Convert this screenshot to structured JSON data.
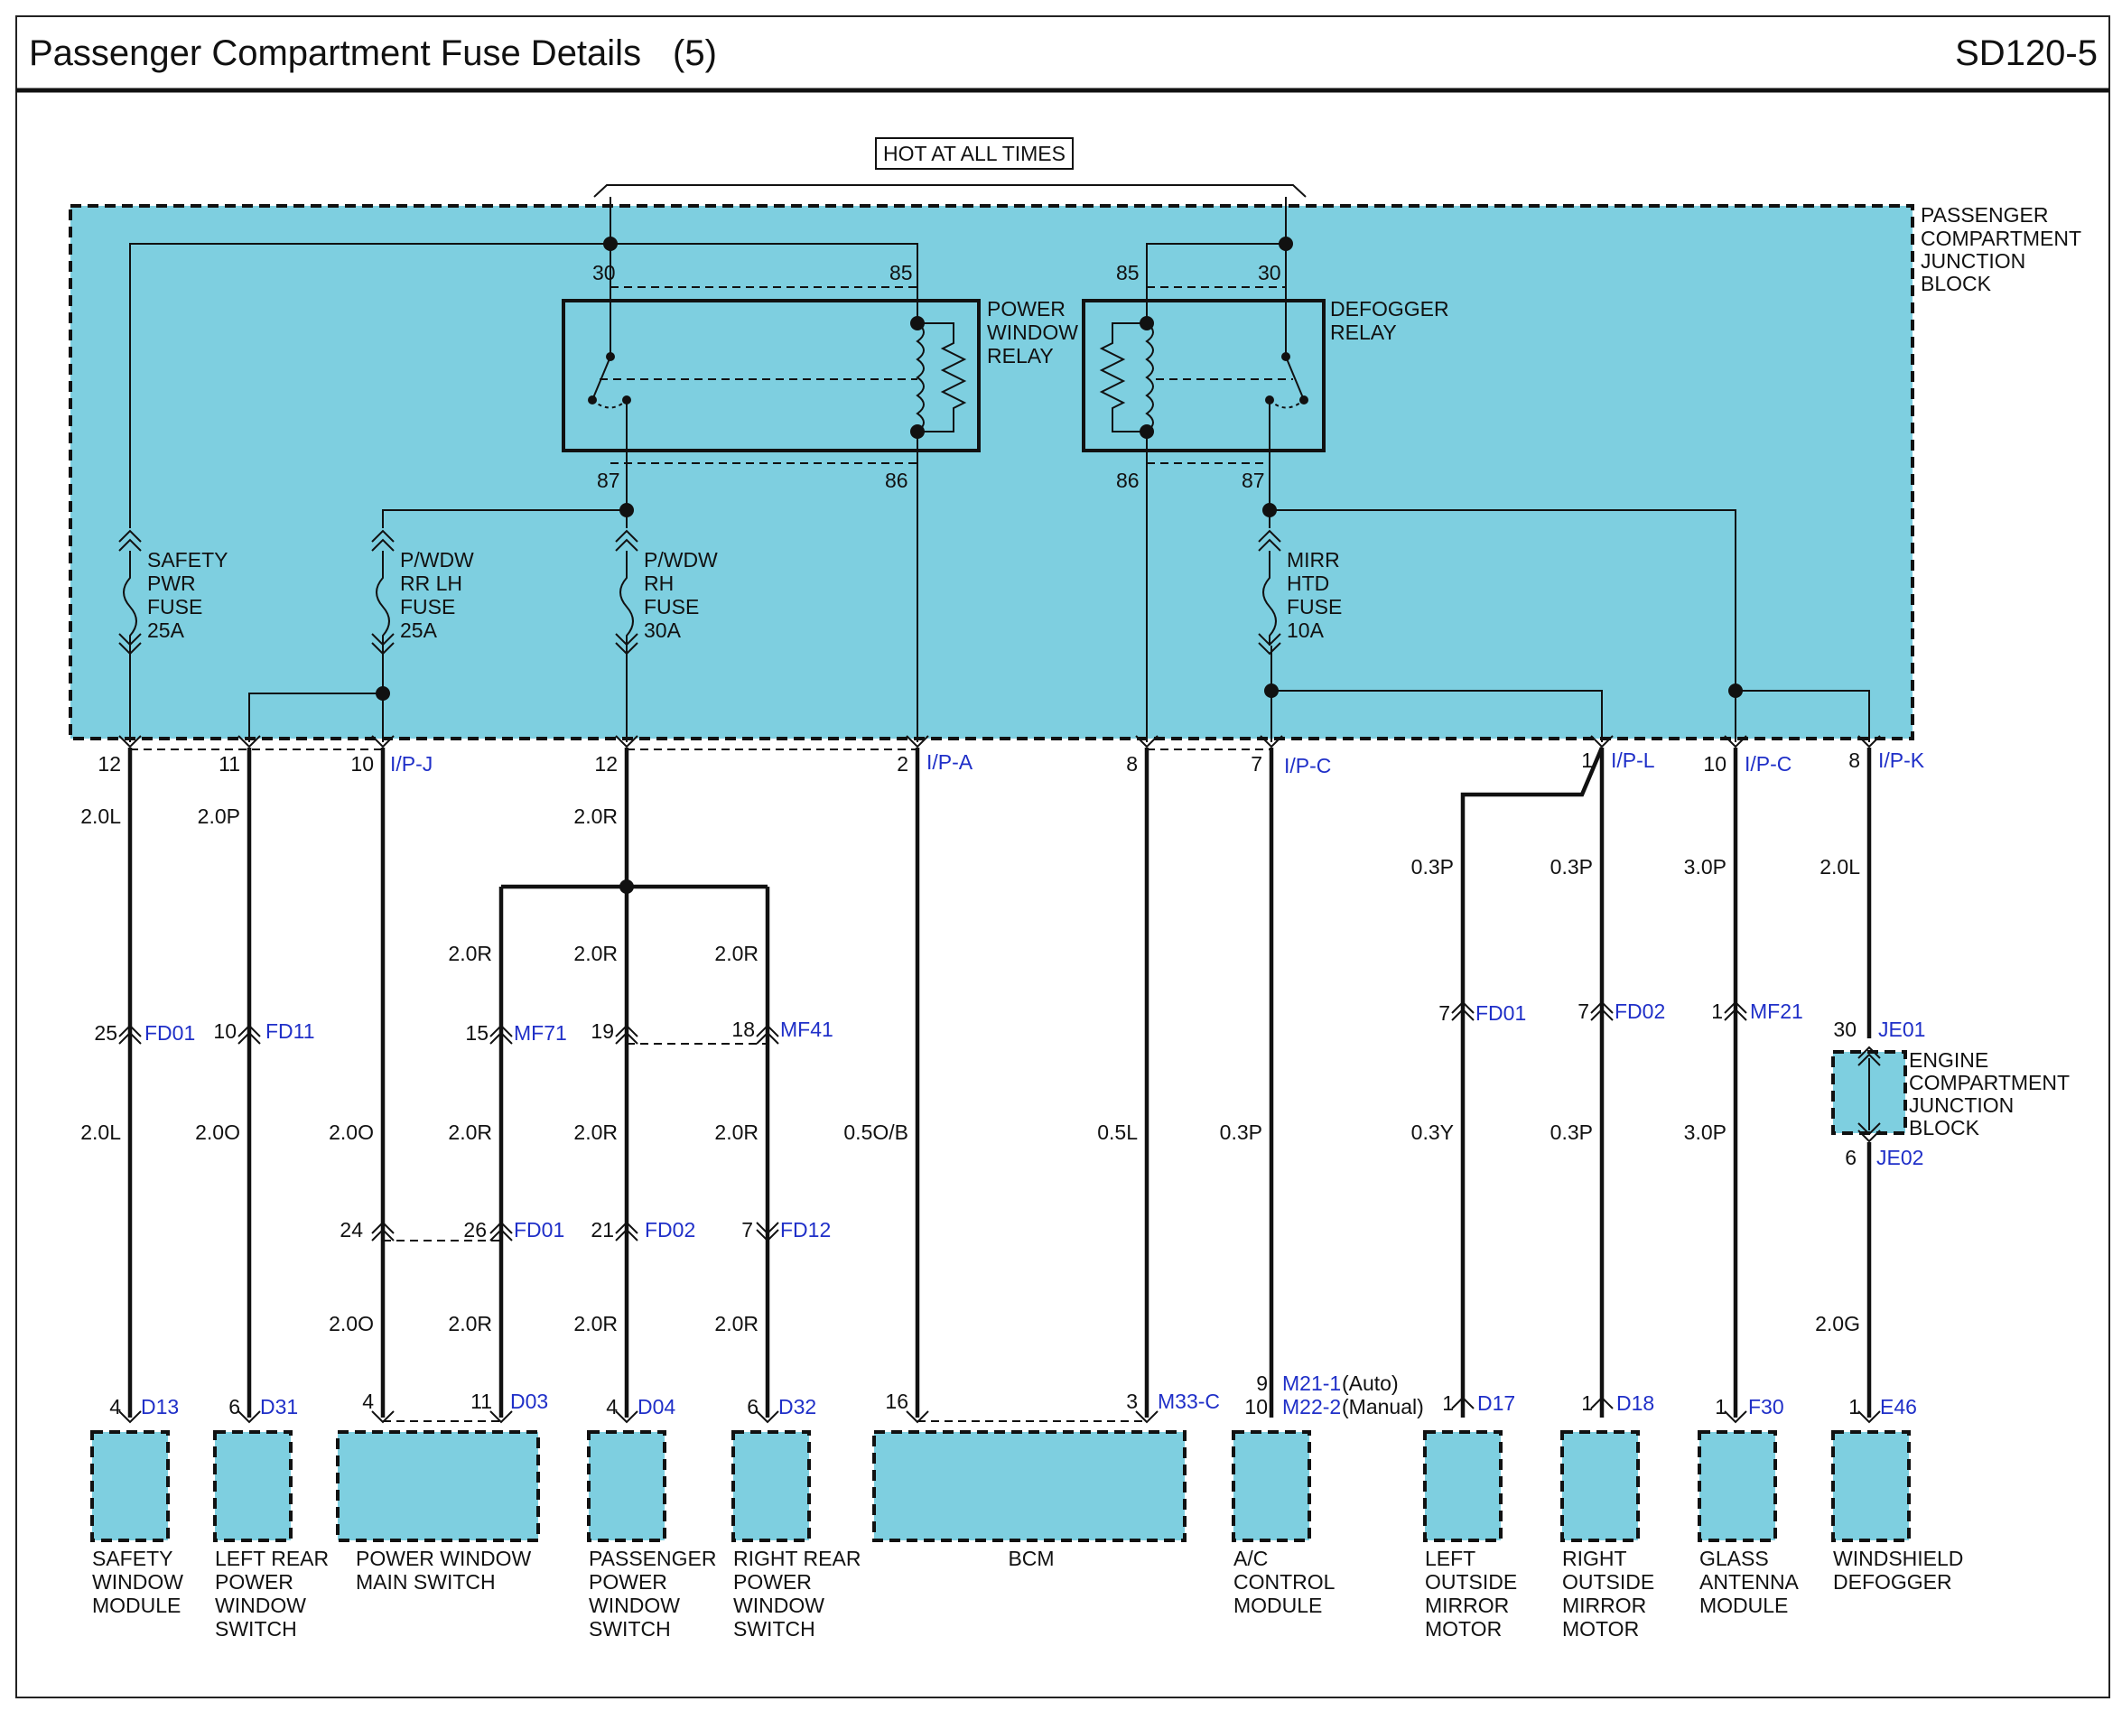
{
  "header": {
    "title": "Passenger Compartment Fuse Details",
    "page_num": "(5)",
    "code": "SD120-5"
  },
  "hot_label": "HOT AT ALL TIMES",
  "junction_block": [
    "PASSENGER",
    "COMPARTMENT",
    "JUNCTION",
    "BLOCK"
  ],
  "engine_block": [
    "ENGINE",
    "COMPARTMENT",
    "JUNCTION",
    "BLOCK"
  ],
  "relays": {
    "power_window": {
      "lines": [
        "POWER",
        "WINDOW",
        "RELAY"
      ],
      "pins": [
        "30",
        "85",
        "87",
        "86"
      ]
    },
    "defogger": {
      "lines": [
        "DEFOGGER",
        "RELAY"
      ],
      "pins": [
        "85",
        "30",
        "86",
        "87"
      ]
    }
  },
  "fuses": {
    "safety": [
      "SAFETY",
      "PWR",
      "FUSE",
      "25A"
    ],
    "rr_lh": [
      "P/WDW",
      "RR LH",
      "FUSE",
      "25A"
    ],
    "rh": [
      "P/WDW",
      "RH",
      "FUSE",
      "30A"
    ],
    "mirr": [
      "MIRR",
      "HTD",
      "FUSE",
      "10A"
    ]
  },
  "jb_pins": [
    "12",
    "11",
    "10",
    "12",
    "2",
    "8",
    "7",
    "1",
    "10",
    "8"
  ],
  "jb_connectors": [
    "I/P-J",
    "I/P-A",
    "I/P-C",
    "I/P-L",
    "I/P-C",
    "I/P-K"
  ],
  "wire_labels": [
    "2.0L",
    "2.0P",
    "2.0R",
    "0.3P",
    "0.3P",
    "3.0P",
    "2.0L",
    "2.0R",
    "2.0R",
    "2.0R",
    "2.0L",
    "2.0O",
    "2.0O",
    "2.0R",
    "2.0R",
    "2.0R",
    "0.5O/B",
    "0.5L",
    "0.3P",
    "0.3Y",
    "0.3P",
    "3.0P",
    "2.0O",
    "2.0R",
    "2.0R",
    "2.0R",
    "2.0G"
  ],
  "inline_pins": [
    "25",
    "10",
    "15",
    "19",
    "18",
    "7",
    "7",
    "1",
    "30",
    "6",
    "24",
    "26",
    "21",
    "7"
  ],
  "inline_connectors": [
    "FD01",
    "FD11",
    "MF71",
    "MF41",
    "FD01",
    "FD02",
    "MF21",
    "JE01",
    "JE02",
    "FD01",
    "FD02",
    "FD12"
  ],
  "comp_pins": [
    "4",
    "6",
    "4",
    "11",
    "4",
    "6",
    "16",
    "3",
    "9",
    "10",
    "1",
    "1",
    "1",
    "1"
  ],
  "comp_connectors": [
    "D13",
    "D31",
    "D03",
    "D04",
    "D32",
    "M33-C",
    "D17",
    "D18",
    "F30",
    "E46"
  ],
  "ac_connectors": {
    "auto": "M21-1",
    "auto_note": "(Auto)",
    "manual": "M22-2",
    "manual_note": "(Manual)"
  },
  "components": {
    "safety": [
      "SAFETY",
      "WINDOW",
      "MODULE"
    ],
    "left_rear": [
      "LEFT REAR",
      "POWER",
      "WINDOW",
      "SWITCH"
    ],
    "main_switch": [
      "POWER WINDOW",
      "MAIN SWITCH"
    ],
    "passenger": [
      "PASSENGER",
      "POWER",
      "WINDOW",
      "SWITCH"
    ],
    "right_rear": [
      "RIGHT REAR",
      "POWER",
      "WINDOW",
      "SWITCH"
    ],
    "bcm": [
      "BCM"
    ],
    "ac": [
      "A/C",
      "CONTROL",
      "MODULE"
    ],
    "left_mirror": [
      "LEFT",
      "OUTSIDE",
      "MIRROR",
      "MOTOR"
    ],
    "right_mirror": [
      "RIGHT",
      "OUTSIDE",
      "MIRROR",
      "MOTOR"
    ],
    "glass_antenna": [
      "GLASS",
      "ANTENNA",
      "MODULE"
    ],
    "windshield": [
      "WINDSHIELD",
      "DEFOGGER"
    ]
  },
  "colors": {
    "block_fill": "#7ecfe0",
    "connector_text": "#1f2fc8",
    "line": "#111111"
  }
}
